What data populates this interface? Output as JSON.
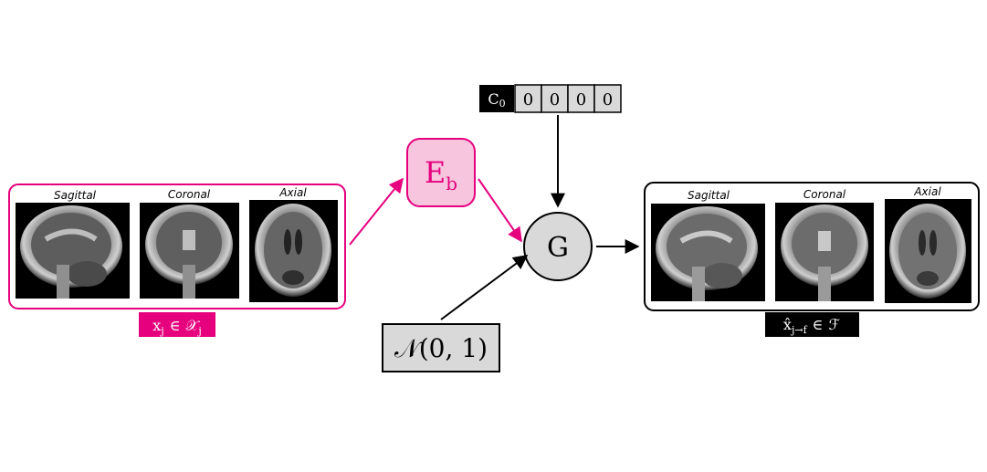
{
  "input_group": {
    "views": [
      "Sagittal",
      "Coronal",
      "Axial"
    ],
    "label_main": "x",
    "label_sub": "j",
    "label_set": "𝒳",
    "label_set_sub": "j",
    "label_op": "∈"
  },
  "output_group": {
    "views": [
      "Sagittal",
      "Coronal",
      "Axial"
    ],
    "label_main": "x̂",
    "label_sub": "j→f",
    "label_set": "ℱ",
    "label_op": "∈"
  },
  "encoder": {
    "main": "E",
    "sub": "b"
  },
  "generator": {
    "label": "G"
  },
  "noise": {
    "label": "𝒩(0, 1)"
  },
  "condition": {
    "main": "C",
    "sub": "0",
    "cells": [
      "0",
      "0",
      "0",
      "0"
    ]
  },
  "colors": {
    "accent": "#e6007e",
    "encoder_fill": "#f7c6de",
    "gray_fill": "#d9d9d9",
    "black": "#000000"
  }
}
